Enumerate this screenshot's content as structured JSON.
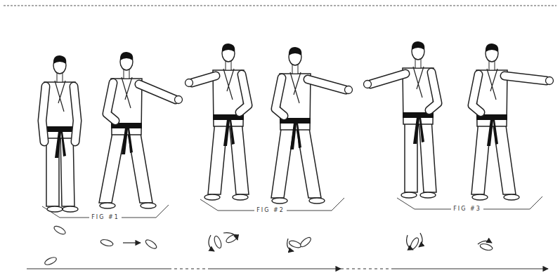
{
  "diagram": {
    "labels": [
      "FIG #1",
      "FIG #2",
      "FIG #3"
    ]
  }
}
